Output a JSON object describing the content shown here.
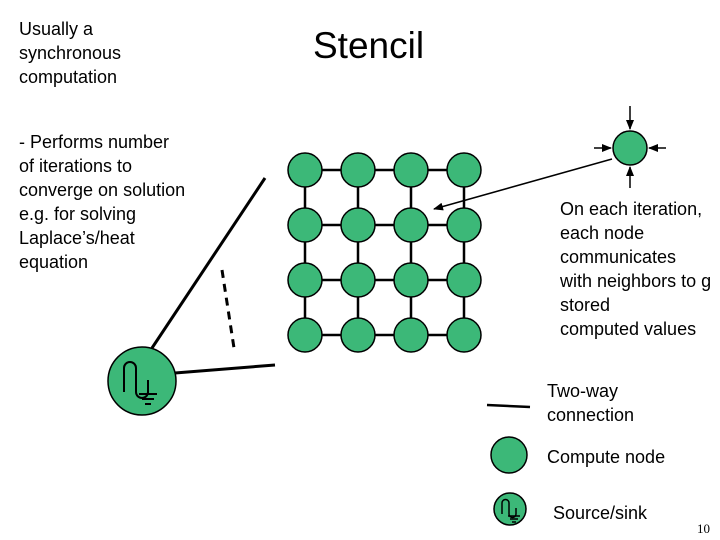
{
  "intro_text": "Usually a\nsynchronous\ncomputation",
  "bullet_text": "- Performs number\nof iterations to\nconverge on solution\ne.g. for solving\nLaplace’s/heat\nequation",
  "title": "Stencil",
  "callout_text": "On each iteration,\neach node\ncommunicates\nwith neighbors to g\nstored\ncomputed values",
  "legend": {
    "two_way": "Two-way\nconnection",
    "compute_node": "Compute node",
    "source_sink": "Source/sink"
  },
  "page_number": "10",
  "colors": {
    "node_fill": "#3cb878",
    "stroke": "#000000"
  },
  "grid": {
    "rows": 4,
    "cols": 4
  }
}
